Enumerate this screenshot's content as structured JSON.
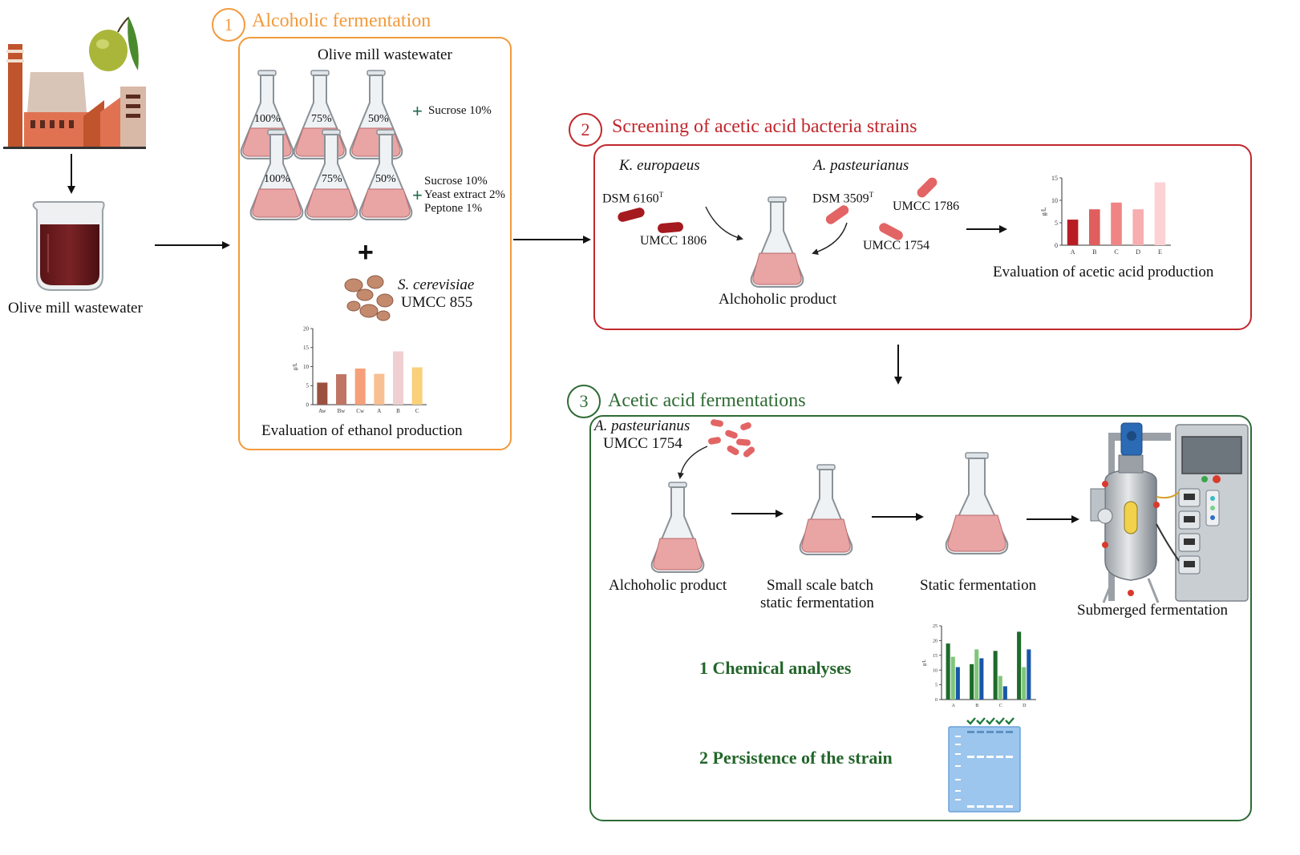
{
  "left": {
    "label": "Olive mill wastewater"
  },
  "section1": {
    "number": "1",
    "title": "Alcoholic fermentation",
    "box_title": "Olive mill wastewater",
    "flasks_row1": [
      "100%",
      "75%",
      "50%"
    ],
    "flasks_row2": [
      "100%",
      "75%",
      "50%"
    ],
    "plus_sign": "+",
    "row1_supplement": "Sucrose 10%",
    "row2_supplement": [
      "Sucrose 10%",
      "Yeast extract 2%",
      "Peptone 1%"
    ],
    "big_plus": "+",
    "yeast_name": "S. cerevisiae",
    "yeast_strain": "UMCC 855",
    "chart_caption": "Evaluation of ethanol production"
  },
  "section2": {
    "number": "2",
    "title": "Screening of acetic acid bacteria strains",
    "species1": "K. europaeus",
    "species2": "A. pasteurianus",
    "strain_dsm6160": "DSM 6160",
    "strain_umcc1806": "UMCC 1806",
    "strain_dsm3509": "DSM 3509",
    "superscript_t": "T",
    "strain_umcc1786": "UMCC 1786",
    "strain_umcc1754": "UMCC 1754",
    "product_label": "Alchoholic product",
    "chart_caption": "Evaluation of acetic acid  production"
  },
  "section3": {
    "number": "3",
    "title": "Acetic acid fermentations",
    "species": "A. pasteurianus",
    "strain": "UMCC 1754",
    "step1": "Alchoholic product",
    "step2_line1": "Small scale batch",
    "step2_line2": "static fermentation",
    "step3": "Static fermentation",
    "step4": "Submerged fermentation",
    "analysis1": "1 Chemical analyses",
    "analysis2": "2 Persistence of the strain"
  },
  "colors": {
    "orange": "#f39a3c",
    "red": "#c1272d",
    "green": "#2e6b34",
    "dark_green": "#23662b",
    "liquid": "#e9a4a4"
  },
  "chart_data": [
    {
      "type": "bar",
      "categories": [
        "Aw",
        "Bw",
        "Cw",
        "A",
        "B",
        "C"
      ],
      "values": [
        5.8,
        8,
        9.5,
        8.1,
        14,
        9.8
      ],
      "colors": [
        "#9b5140",
        "#c07564",
        "#f5a07a",
        "#f8bf92",
        "#efcfd1",
        "#fad07a"
      ],
      "ylabel": "g/L",
      "ylim": [
        0,
        20
      ],
      "yticks": [
        0,
        5,
        10,
        15,
        20
      ],
      "title": "",
      "xlabel": ""
    },
    {
      "type": "bar",
      "categories": [
        "A",
        "B",
        "C",
        "D",
        "E"
      ],
      "values": [
        5.7,
        8,
        9.5,
        8,
        14
      ],
      "colors": [
        "#b81d24",
        "#e05e5e",
        "#f08484",
        "#f7aeb0",
        "#fcd2d4"
      ],
      "ylabel": "g/L",
      "ylim": [
        0,
        15
      ],
      "yticks": [
        0,
        5,
        10,
        15
      ],
      "title": "",
      "xlabel": ""
    },
    {
      "type": "bar",
      "categories": [
        "A",
        "B",
        "C",
        "D"
      ],
      "series": [
        {
          "values": [
            19,
            12,
            16.5,
            23
          ],
          "color": "#1e6b2a"
        },
        {
          "values": [
            14.5,
            17,
            8,
            11
          ],
          "color": "#7fc67a"
        },
        {
          "values": [
            11,
            14,
            4.5,
            17
          ],
          "color": "#1857a8"
        }
      ],
      "ylabel": "g/L",
      "ylim": [
        0,
        25
      ],
      "yticks": [
        0,
        5,
        10,
        15,
        20,
        25
      ],
      "title": "",
      "xlabel": ""
    }
  ]
}
